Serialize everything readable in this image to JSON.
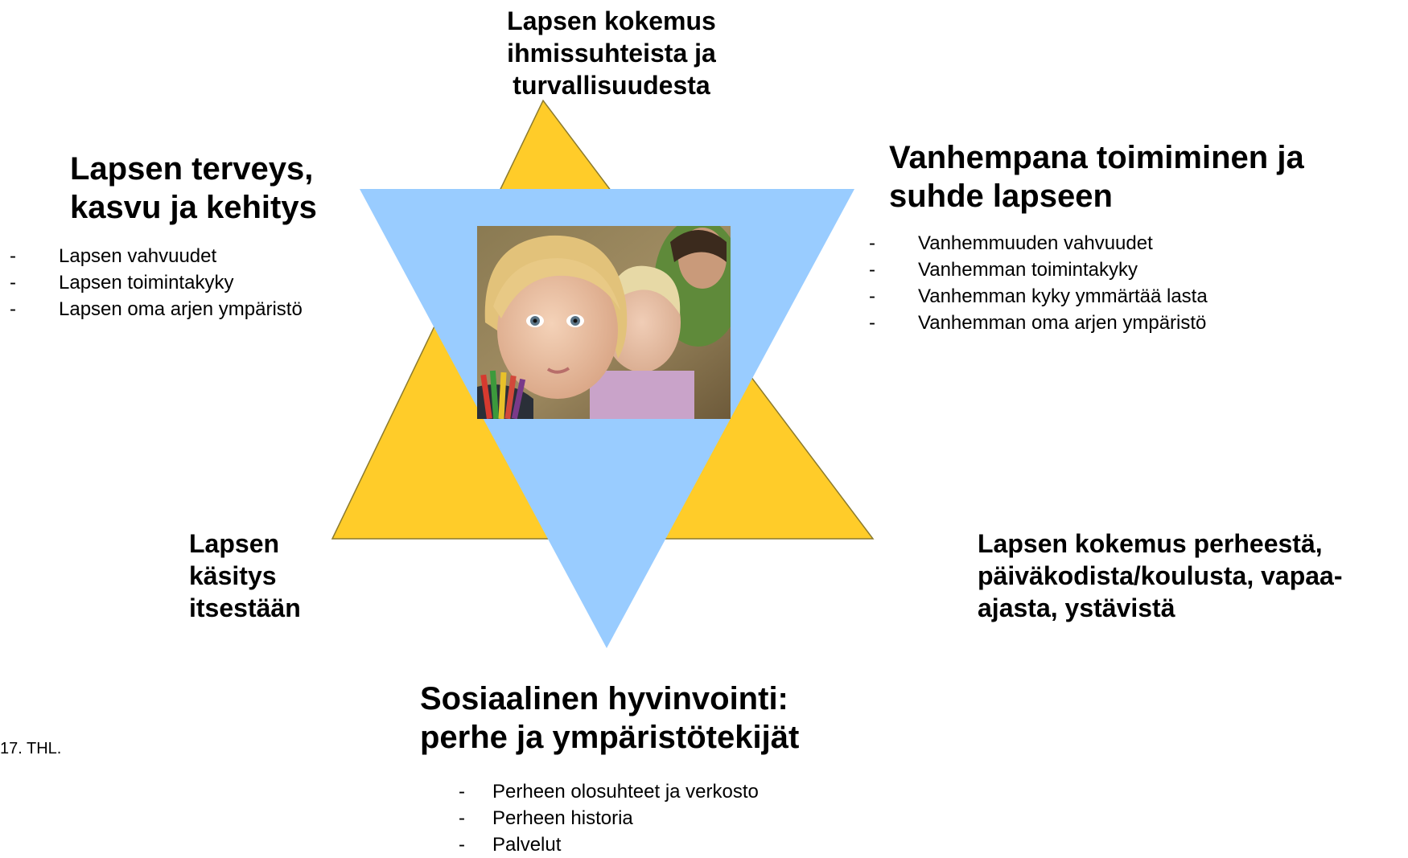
{
  "colors": {
    "upward_triangle": "#FFCC29",
    "downward_triangle": "#99CCFF",
    "triangle_outline": "#8B7A2E"
  },
  "top": {
    "lines": [
      "Lapsen kokemus",
      "ihmissuhteista ja",
      "turvallisuudesta"
    ]
  },
  "left_section": {
    "title_lines": [
      "Lapsen terveys,",
      "kasvu ja kehitys"
    ],
    "items": [
      "Lapsen vahvuudet",
      "Lapsen toimintakyky",
      "Lapsen oma arjen ympäristö"
    ]
  },
  "right_section": {
    "title_lines": [
      "Vanhempana toimiminen ja",
      "suhde lapseen"
    ],
    "items": [
      "Vanhemmuuden vahvuudet",
      "Vanhemman toimintakyky",
      "Vanhemman kyky ymmärtää lasta",
      "Vanhemman oma arjen ympäristö"
    ]
  },
  "bottom_left": {
    "lines": [
      "Lapsen",
      "käsitys",
      "itsestään"
    ]
  },
  "bottom_right": {
    "lines": [
      "Lapsen kokemus perheestä,",
      "päiväkodista/koulusta, vapaa-",
      "ajasta, ystävistä"
    ]
  },
  "bottom_section": {
    "title_lines": [
      "Sosiaalinen hyvinvointi:",
      "perhe ja ympäristötekijät"
    ],
    "items": [
      "Perheen olosuhteet ja verkosto",
      "Perheen historia",
      "Palvelut"
    ]
  },
  "caption": "17. THL.",
  "dash": "-"
}
